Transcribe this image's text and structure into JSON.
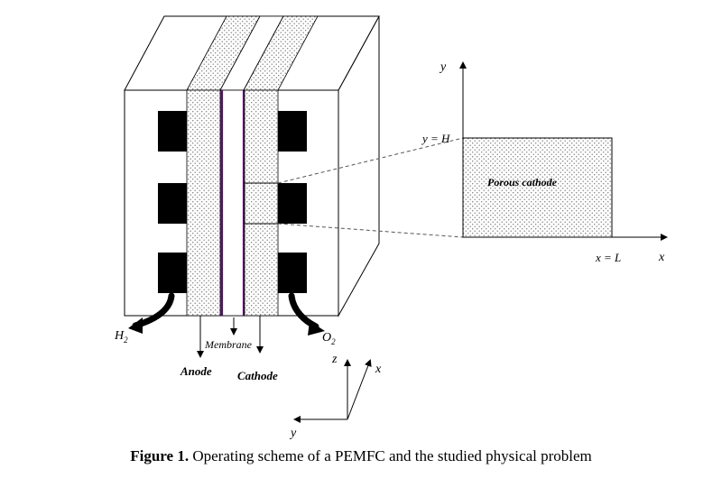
{
  "labels": {
    "h2": "H",
    "h2_sub": "2",
    "o2": "O",
    "o2_sub": "2",
    "membrane": "Membrane",
    "anode": "Anode",
    "cathode": "Cathode",
    "porous_cathode": "Porous cathode",
    "y_eq_h": "y = H",
    "x_eq_l": "x = L",
    "axis_y_upper": "y",
    "axis_x_right": "x",
    "axis_z": "z",
    "axis_x_3d": "x",
    "axis_y_3d": "y"
  },
  "caption": {
    "label": "Figure  1.",
    "text": " Operating scheme of a PEMFC and the studied physical problem"
  }
}
